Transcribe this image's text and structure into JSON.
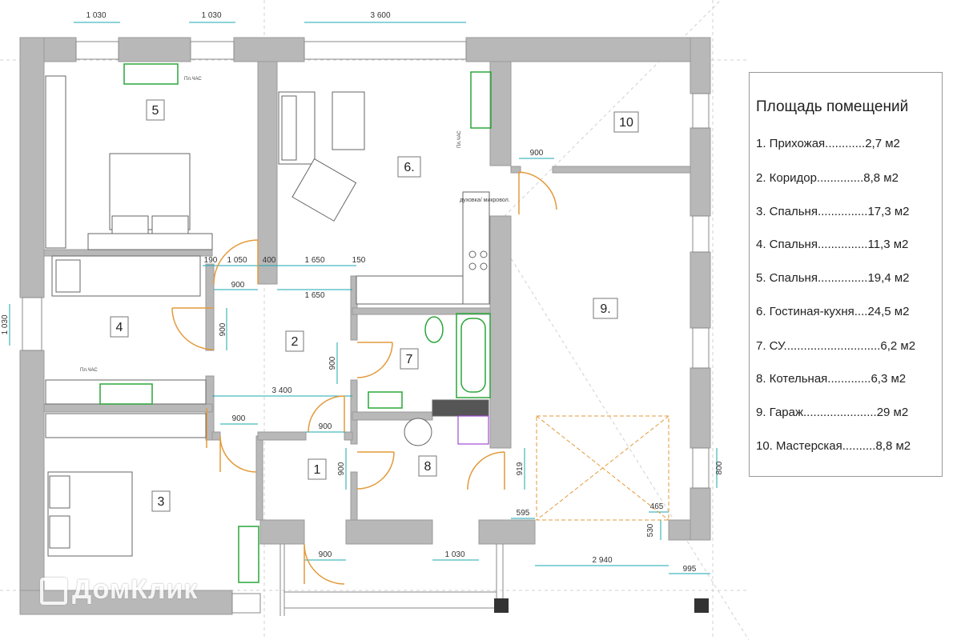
{
  "plan": {
    "room_numbers": {
      "r1": "1",
      "r2": "2",
      "r3": "3",
      "r4": "4",
      "r5": "5",
      "r6": "6.",
      "r7": "7",
      "r8": "8",
      "r9": "9.",
      "r10": "10"
    },
    "dimensions": {
      "top_window_left": "1 030",
      "top_window_mid": "1 030",
      "top_entrance": "3 600",
      "d_190": "190",
      "d_1050": "1 050",
      "d_400": "400",
      "d_1650_top": "1 650",
      "d_150": "150",
      "d_900_corr": "900",
      "d_1650": "1 650",
      "d_900_vert_r4": "900",
      "d_900_vert_r7": "900",
      "d_3400": "3 400",
      "d_900_r3": "900",
      "d_900_r1": "900",
      "d_900_vert_r1": "900",
      "d_919": "919",
      "d_900_workshop": "900",
      "d_1030_left": "1 030",
      "d_595": "595",
      "d_465": "465",
      "d_530": "530",
      "d_800": "800",
      "d_900_bottom": "900",
      "d_1030_bottom": "1 030",
      "d_2940": "2 940",
      "d_995": "995"
    },
    "small_labels": {
      "plug_a": "Пл.ЧАС",
      "plug_b": "Пл.ЧАС",
      "plug_c": "Пл.ЧАС",
      "oven": "духовка/ микровол."
    },
    "watermark": "ДомКлик"
  },
  "legend": {
    "title": "Площадь помещений",
    "rows": [
      "1.    Прихожая............2,7 м2",
      "2.    Коридор..............8,8 м2",
      "3.    Спальня...............17,3 м2",
      "4.    Спальня...............11,3 м2",
      "5.    Спальня...............19,4 м2",
      "6.    Гостиная-кухня....24,5 м2",
      "7.    СУ.............................6,2 м2",
      "8.    Котельная.............6,3 м2",
      "9.    Гараж......................29 м2",
      "10.  Мастерская..........8,8 м2"
    ]
  },
  "colors": {
    "wall": "#b8b8b8",
    "dimension": "#19a7b0",
    "door_arc": "#e39a3b",
    "fixture": "#2aa63a",
    "furniture": "#555555",
    "text": "#222222"
  }
}
